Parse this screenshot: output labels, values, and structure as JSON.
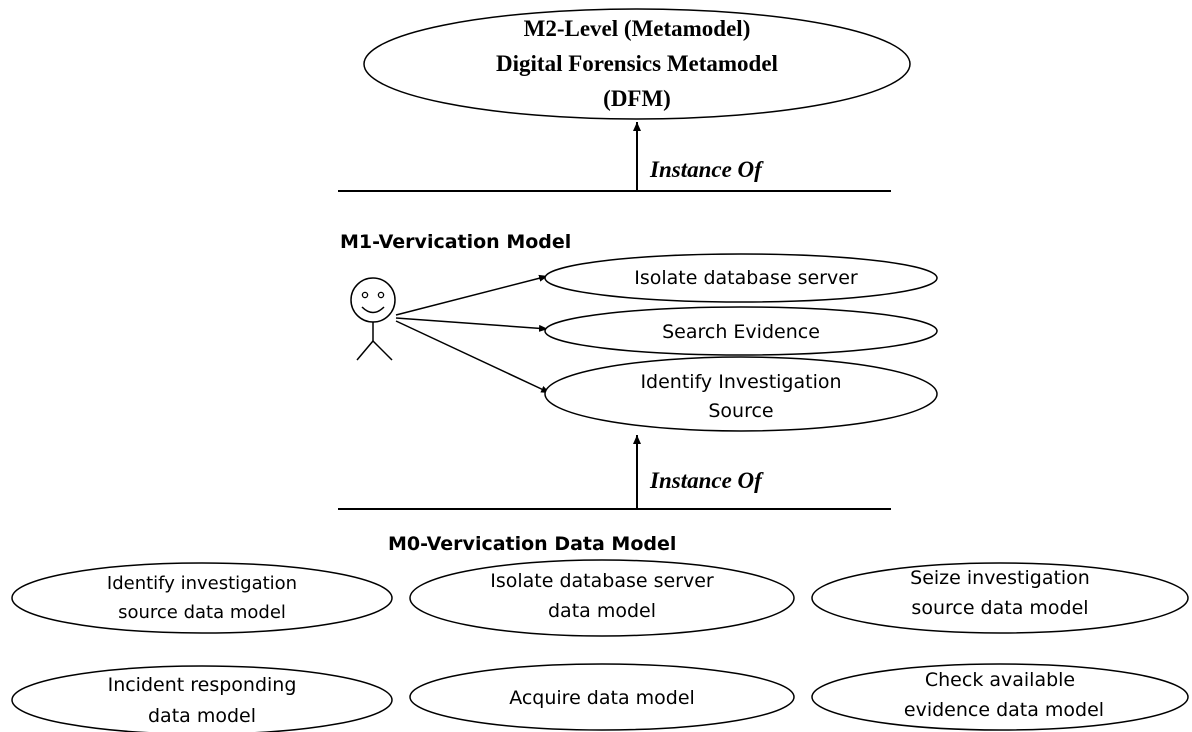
{
  "m2": {
    "line1": "M2-Level (Metamodel)",
    "line2": "Digital Forensics Metamodel",
    "line3": "(DFM)"
  },
  "instance_of_upper": "Instance Of",
  "instance_of_lower": "Instance Of",
  "m1": {
    "title": "M1-Vervication Model",
    "use_cases": {
      "isolate": "Isolate database server",
      "search": "Search Evidence",
      "identify_line1": "Identify Investigation",
      "identify_line2": "Source"
    }
  },
  "m0": {
    "title": "M0-Vervication Data Model",
    "models": {
      "identify_line1": "Identify investigation",
      "identify_line2": "source data model",
      "isolate_line1": "Isolate database server",
      "isolate_line2": "data model",
      "seize_line1": "Seize investigation",
      "seize_line2": "source data model",
      "incident_line1": "Incident responding",
      "incident_line2": "data model",
      "acquire": "Acquire data model",
      "check_line1": "Check available",
      "check_line2": "evidence data model"
    }
  }
}
